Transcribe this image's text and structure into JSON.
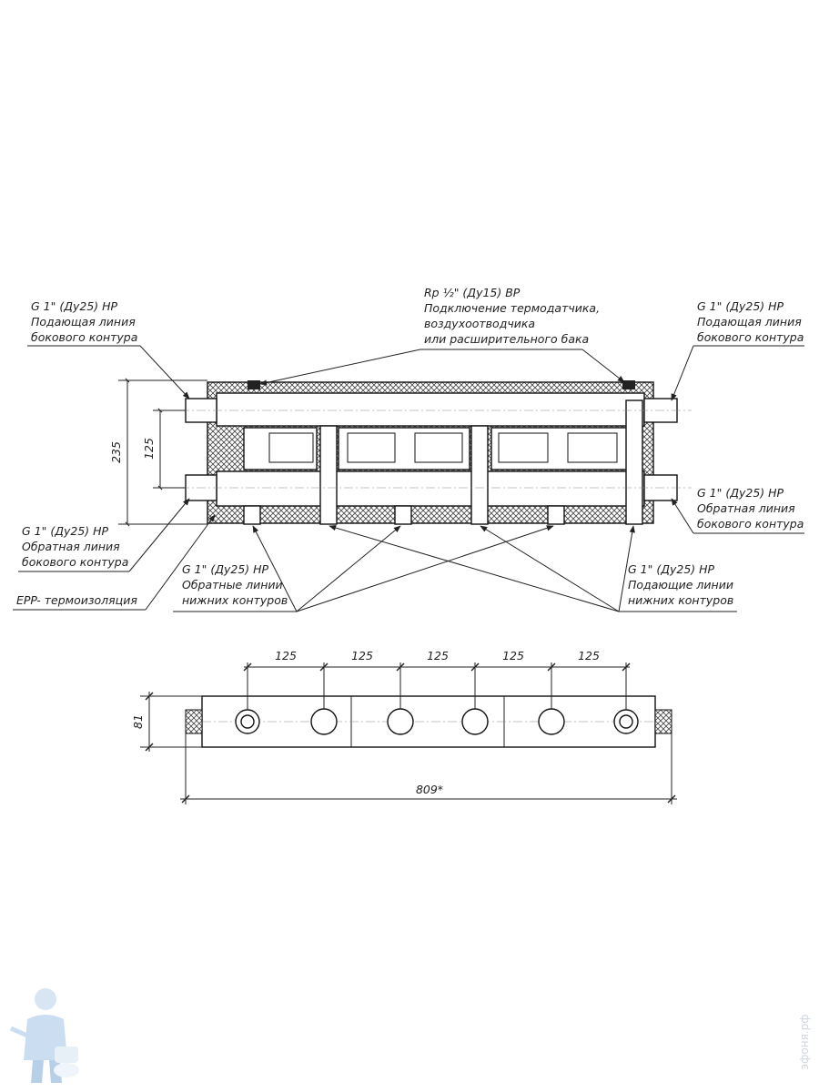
{
  "labels": {
    "top_center": {
      "line1": "Rp ½\" (Ду15) ВР",
      "line2": "Подключение термодатчика,",
      "line3": "воздухоотводчика",
      "line4": "или расширительного бака"
    },
    "top_left": {
      "line1": "G 1\" (Ду25) НР",
      "line2": "Подающая линия",
      "line3": "бокового контура"
    },
    "top_right": {
      "line1": "G 1\" (Ду25) НР",
      "line2": "Подающая линия",
      "line3": "бокового контура"
    },
    "bottom_left": {
      "line1": "G 1\" (Ду25) НР",
      "line2": "Обратная линия",
      "line3": "бокового контура"
    },
    "bottom_right_side": {
      "line1": "G 1\" (Ду25) НР",
      "line2": "Обратная линия",
      "line3": "бокового контура"
    },
    "insulation": "EPP- термоизоляция",
    "return_lower": {
      "line1": "G 1\" (Ду25) НР",
      "line2": "Обратные линии",
      "line3": "нижних контуров"
    },
    "supply_lower": {
      "line1": "G 1\" (Ду25) НР",
      "line2": "Подающие линии",
      "line3": "нижних контуров"
    }
  },
  "dimensions": {
    "height_total": "235",
    "height_between": "125",
    "spacing": [
      "125",
      "125",
      "125",
      "125",
      "125"
    ],
    "depth": "81",
    "length": "809*"
  },
  "watermark": "эфоня.рф",
  "mascot_icon": "plumber-mascot-icon"
}
